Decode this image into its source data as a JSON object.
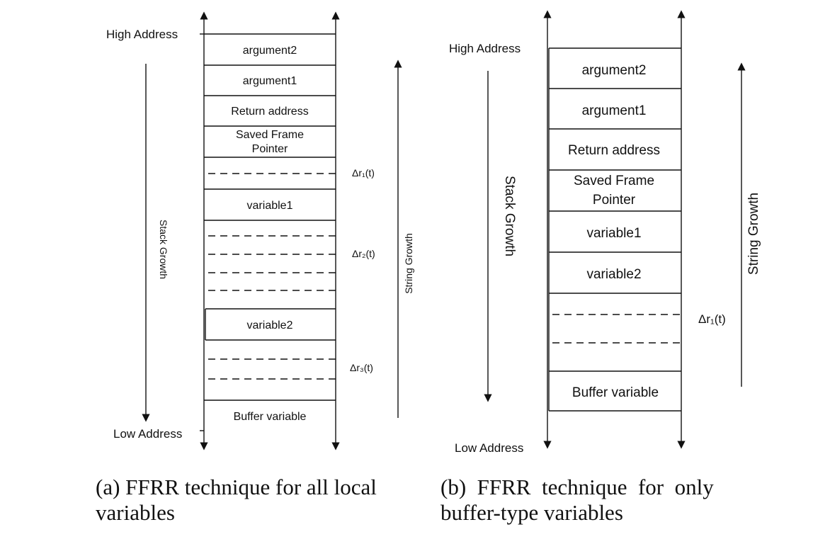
{
  "diagram_a": {
    "high_address": "High Address",
    "low_address": "Low Address",
    "stack_growth": "Stack Growth",
    "string_growth": "String Growth",
    "slots": [
      "argument2",
      "argument1",
      "Return address",
      "Saved Frame",
      "Pointer",
      "variable1",
      "variable2",
      "Buffer variable"
    ],
    "deltas": [
      "Δr₁(t)",
      "Δr₂(t)",
      "Δr₃(t)"
    ]
  },
  "diagram_b": {
    "high_address": "High Address",
    "low_address": "Low Address",
    "stack_growth": "Stack Growth",
    "string_growth": "String Growth",
    "slots": [
      "argument2",
      "argument1",
      "Return address",
      "Saved Frame",
      "Pointer",
      "variable1",
      "variable2",
      "Buffer variable"
    ],
    "deltas": [
      "Δr₁(t)"
    ]
  },
  "captions": {
    "a_line1": "(a) FFRR technique for all local",
    "a_line2": "variables",
    "b_line1": "(b)  FFRR  technique  for  only",
    "b_line2": "buffer-type variables"
  }
}
